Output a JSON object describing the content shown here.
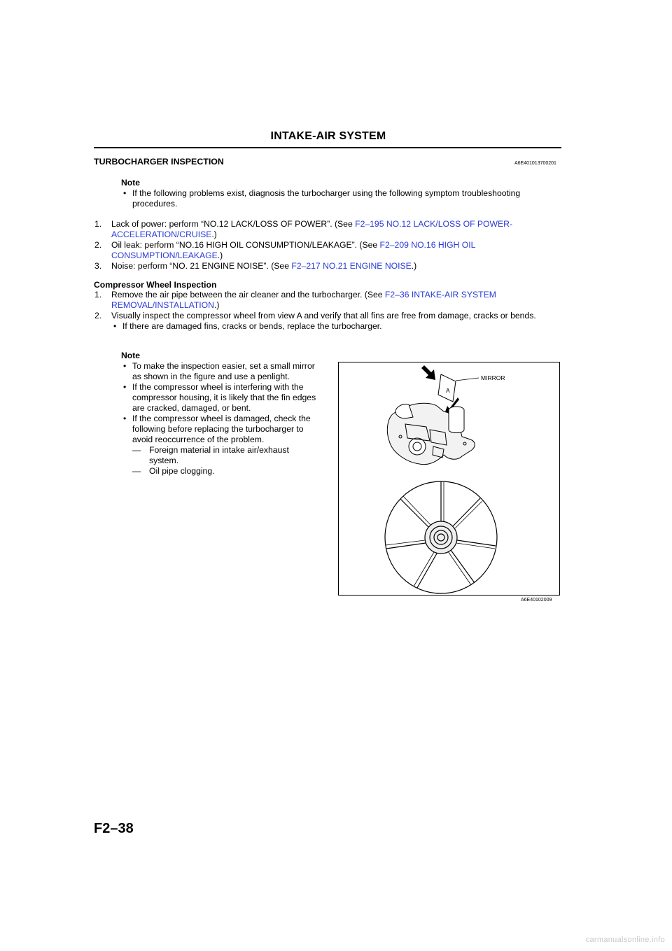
{
  "header": {
    "title": "INTAKE-AIR SYSTEM"
  },
  "section": {
    "title": "TURBOCHARGER INSPECTION",
    "code": "A6E401013700201",
    "note_label": "Note",
    "note_bullet": "If the following problems exist, diagnosis the turbocharger using the following symptom troubleshooting procedures.",
    "items": [
      {
        "num": "1.",
        "text": "Lack of power: perform “NO.12 LACK/LOSS OF POWER”. (See ",
        "link": "F2–195 NO.12 LACK/LOSS OF POWER-ACCELERATION/CRUISE",
        "end": ".)"
      },
      {
        "num": "2.",
        "text": "Oil leak: perform “NO.16 HIGH OIL CONSUMPTION/LEAKAGE”. (See ",
        "link": "F2–209 NO.16 HIGH OIL CONSUMPTION/LEAKAGE",
        "end": ".)"
      },
      {
        "num": "3.",
        "text": "Noise: perform “NO. 21 ENGINE NOISE”. (See ",
        "link": "F2–217 NO.21 ENGINE NOISE",
        "end": ".)"
      }
    ]
  },
  "compressor": {
    "title": "Compressor Wheel Inspection",
    "step1_num": "1.",
    "step1_text": "Remove the air pipe between the air cleaner and the turbocharger. (See ",
    "step1_link": "F2–36 INTAKE-AIR SYSTEM REMOVAL/INSTALLATION",
    "step1_end": ".)",
    "step2_num": "2.",
    "step2_text": "Visually inspect the compressor wheel from view A and verify that all fins are free from damage, cracks or bends.",
    "step2_bullet": "If there are damaged fins, cracks or bends, replace the turbocharger.",
    "note_label": "Note",
    "note_bullets": [
      "To make the inspection easier, set a small mirror as shown in the figure and use a penlight.",
      "If the compressor wheel is interfering with the compressor housing, it is likely that the fin edges are cracked, damaged, or bent.",
      "If the compressor wheel is damaged, check the following before replacing the turbocharger to avoid reoccurrence of the problem."
    ],
    "dashes": [
      "Foreign material in intake air/exhaust system.",
      "Oil pipe clogging."
    ]
  },
  "figure": {
    "mirror_label": "MIRROR",
    "view_label": "A",
    "code": "A6E40102009"
  },
  "footer": {
    "page_number": "F2–38",
    "watermark": "carmanualsonline.info"
  }
}
